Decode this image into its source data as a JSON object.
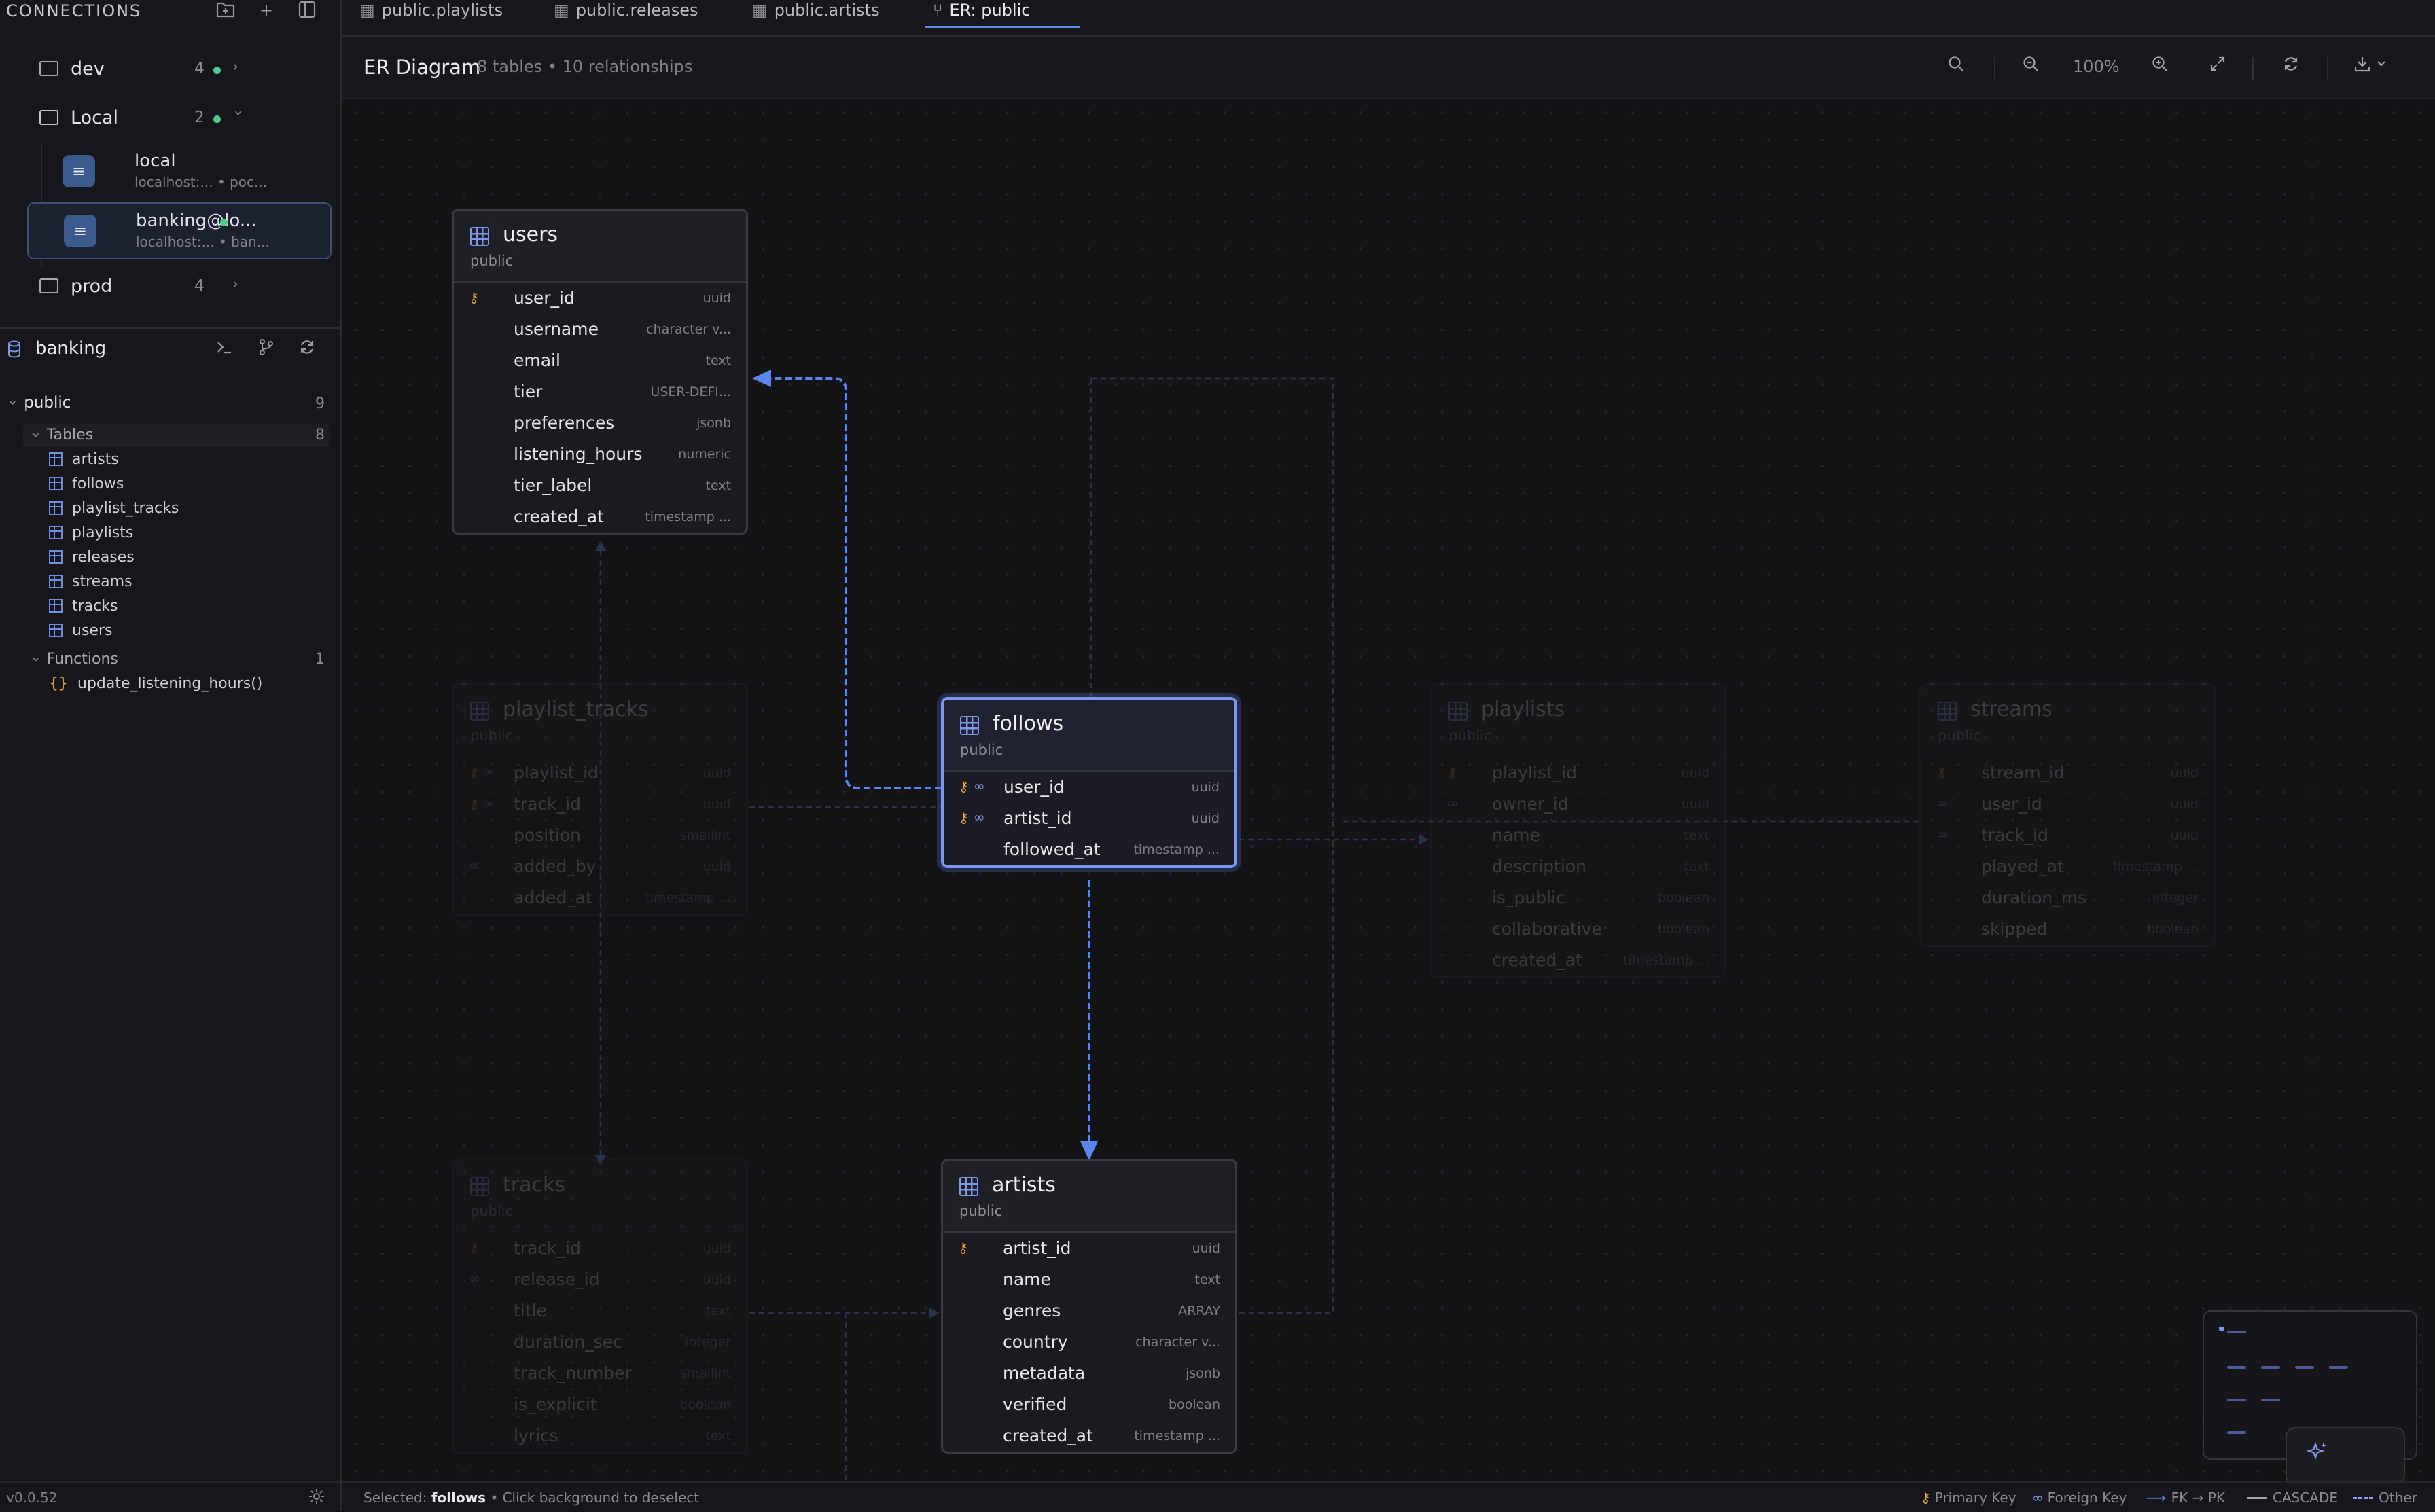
{
  "sidebar": {
    "title": "CONNECTIONS",
    "connections": [
      {
        "label": "dev",
        "count": "4",
        "expanded": false
      },
      {
        "label": "Local",
        "count": "2",
        "expanded": true
      },
      {
        "label": "prod",
        "count": "4",
        "expanded": false
      }
    ],
    "databases": [
      {
        "name": "local",
        "host": "localhost:...",
        "db": "• poc..."
      },
      {
        "name": "banking@lo...",
        "host": "localhost:...",
        "db": "• ban..."
      }
    ],
    "active_db": "banking",
    "schema": {
      "name": "public",
      "count": "9"
    },
    "tables_group": {
      "label": "Tables",
      "count": "8"
    },
    "tables": [
      "artists",
      "follows",
      "playlist_tracks",
      "playlists",
      "releases",
      "streams",
      "tracks",
      "users"
    ],
    "functions_group": {
      "label": "Functions",
      "count": "1"
    },
    "functions": [
      "update_listening_hours()"
    ],
    "version": "v0.0.52",
    "status_color": "#52c98c"
  },
  "tabs": [
    {
      "label": "public.playlists",
      "icon": "table-icon"
    },
    {
      "label": "public.releases",
      "icon": "table-icon"
    },
    {
      "label": "public.artists",
      "icon": "table-icon"
    },
    {
      "label": "ER: public",
      "icon": "git-branch-icon",
      "active": true
    }
  ],
  "toolbar": {
    "title": "ER Diagram",
    "subtitle": "8 tables • 10 relationships",
    "zoom": "100%"
  },
  "tables": {
    "users": {
      "name": "users",
      "schema": "public",
      "columns": [
        {
          "name": "user_id",
          "type": "uuid",
          "pk": true
        },
        {
          "name": "username",
          "type": "character v..."
        },
        {
          "name": "email",
          "type": "text"
        },
        {
          "name": "tier",
          "type": "USER-DEFI..."
        },
        {
          "name": "preferences",
          "type": "jsonb"
        },
        {
          "name": "listening_hours",
          "type": "numeric"
        },
        {
          "name": "tier_label",
          "type": "text"
        },
        {
          "name": "created_at",
          "type": "timestamp ..."
        }
      ]
    },
    "playlist_tracks": {
      "name": "playlist_tracks",
      "schema": "public",
      "columns": [
        {
          "name": "playlist_id",
          "type": "uuid",
          "pk": true,
          "fk": true
        },
        {
          "name": "track_id",
          "type": "uuid",
          "pk": true,
          "fk": true
        },
        {
          "name": "position",
          "type": "smallint"
        },
        {
          "name": "added_by",
          "type": "uuid",
          "fk": true
        },
        {
          "name": "added_at",
          "type": "timestamp ..."
        }
      ]
    },
    "follows": {
      "name": "follows",
      "schema": "public",
      "columns": [
        {
          "name": "user_id",
          "type": "uuid",
          "pk": true,
          "fk": true
        },
        {
          "name": "artist_id",
          "type": "uuid",
          "pk": true,
          "fk": true
        },
        {
          "name": "followed_at",
          "type": "timestamp ..."
        }
      ]
    },
    "playlists": {
      "name": "playlists",
      "schema": "public",
      "columns": [
        {
          "name": "playlist_id",
          "type": "uuid",
          "pk": true
        },
        {
          "name": "owner_id",
          "type": "uuid",
          "fk": true
        },
        {
          "name": "name",
          "type": "text"
        },
        {
          "name": "description",
          "type": "text"
        },
        {
          "name": "is_public",
          "type": "boolean"
        },
        {
          "name": "collaborative",
          "type": "boolean"
        },
        {
          "name": "created_at",
          "type": "timestamp ..."
        }
      ]
    },
    "streams": {
      "name": "streams",
      "schema": "public",
      "columns": [
        {
          "name": "stream_id",
          "type": "uuid",
          "pk": true
        },
        {
          "name": "user_id",
          "type": "uuid",
          "fk": true
        },
        {
          "name": "track_id",
          "type": "uuid",
          "fk": true
        },
        {
          "name": "played_at",
          "type": "timestamp ..."
        },
        {
          "name": "duration_ms",
          "type": "integer"
        },
        {
          "name": "skipped",
          "type": "boolean"
        }
      ]
    },
    "tracks": {
      "name": "tracks",
      "schema": "public",
      "columns": [
        {
          "name": "track_id",
          "type": "uuid",
          "pk": true
        },
        {
          "name": "release_id",
          "type": "uuid",
          "fk": true
        },
        {
          "name": "title",
          "type": "text"
        },
        {
          "name": "duration_sec",
          "type": "integer"
        },
        {
          "name": "track_number",
          "type": "smallint"
        },
        {
          "name": "is_explicit",
          "type": "boolean"
        },
        {
          "name": "lyrics",
          "type": "text"
        }
      ]
    },
    "artists": {
      "name": "artists",
      "schema": "public",
      "columns": [
        {
          "name": "artist_id",
          "type": "uuid",
          "pk": true
        },
        {
          "name": "name",
          "type": "text"
        },
        {
          "name": "genres",
          "type": "ARRAY"
        },
        {
          "name": "country",
          "type": "character v..."
        },
        {
          "name": "metadata",
          "type": "jsonb"
        },
        {
          "name": "verified",
          "type": "boolean"
        },
        {
          "name": "created_at",
          "type": "timestamp ..."
        }
      ]
    }
  },
  "status": {
    "prefix": "Selected:",
    "selected": "follows",
    "suffix": "• Click background to deselect"
  },
  "legend": [
    {
      "label": "Primary Key",
      "icon": "key-icon"
    },
    {
      "label": "Foreign Key",
      "icon": "link-icon"
    },
    {
      "label": "FK → PK",
      "icon": "arrow-line-icon"
    },
    {
      "label": "CASCADE",
      "icon": "solid-line-icon"
    },
    {
      "label": "Other",
      "icon": "dashed-line-icon"
    }
  ],
  "colors": {
    "accent": "#5b8df0",
    "selected_border": "#7a97f5",
    "primary_key": "#e3a93f",
    "foreign_key": "#7d97ec",
    "background": "#141417"
  }
}
